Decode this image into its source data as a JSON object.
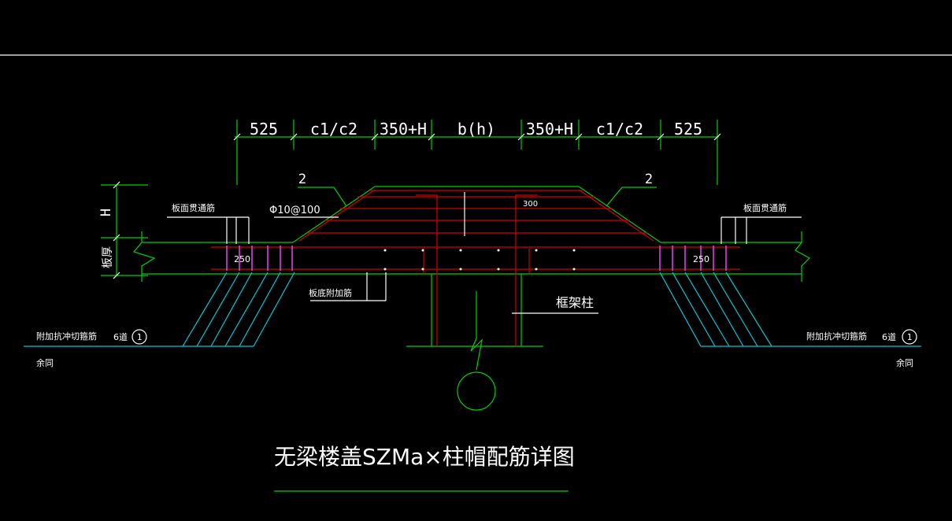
{
  "dimensions": [
    "525",
    "c1/c2",
    "350+H",
    "b(h)",
    "350+H",
    "c1/c2",
    "525"
  ],
  "labels": {
    "mark_left": "2",
    "mark_right": "2",
    "height": "H",
    "slab_thickness": "板厚",
    "top_bar_left": "板面贯通筋",
    "top_bar_right": "板面贯通筋",
    "rebar_spec": "Φ10@100",
    "spacing_300": "300",
    "spacing_250_left": "250",
    "spacing_250_right": "250",
    "bottom_bar": "板底附加筋",
    "column": "框架柱",
    "shear_left": "附加抗冲切箍筋",
    "shear_right": "附加抗冲切箍筋",
    "count_left": "6道",
    "count_right": "6道",
    "circle_left": "1",
    "circle_right": "1",
    "note_left": "余同",
    "note_right": "余同",
    "title": "无梁楼盖SZMa×柱帽配筋详图"
  },
  "colors": {
    "background": "#000000",
    "outline": "#00d000",
    "rebar": "#d00000",
    "stirrup": "#e040e0",
    "leader": "#ffffff",
    "shear": "#00c8d8"
  }
}
